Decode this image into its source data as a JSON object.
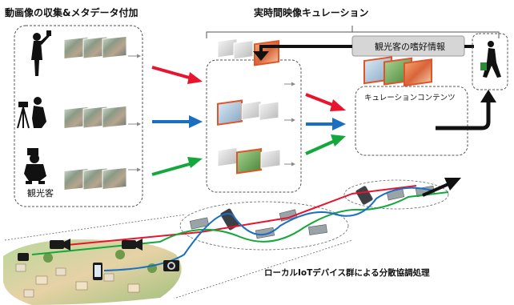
{
  "labels": {
    "collection_title": "動画像の収集&メタデータ付加",
    "curation_title": "実時間映像キュレーション",
    "tourist": "観光客",
    "tourist_preference": "観光客の嗜好情報",
    "curation_content": "キュレーションコンテンツ",
    "iot_processing": "ローカルIoTデバイス群による分散協調処理"
  },
  "colors": {
    "red_stream": "#e8142e",
    "blue_stream": "#1a6fc0",
    "green_stream": "#14a83c",
    "selected_frame": "#e0542a",
    "panel_border": "#555555",
    "preference_box": "#d6d6d6"
  },
  "icons": [
    "camera-person-icon",
    "tripod-camera-icon",
    "crouching-camera-person-icon",
    "walking-tourist-icon",
    "camera-icon",
    "video-camera-icon",
    "smartphone-icon"
  ]
}
